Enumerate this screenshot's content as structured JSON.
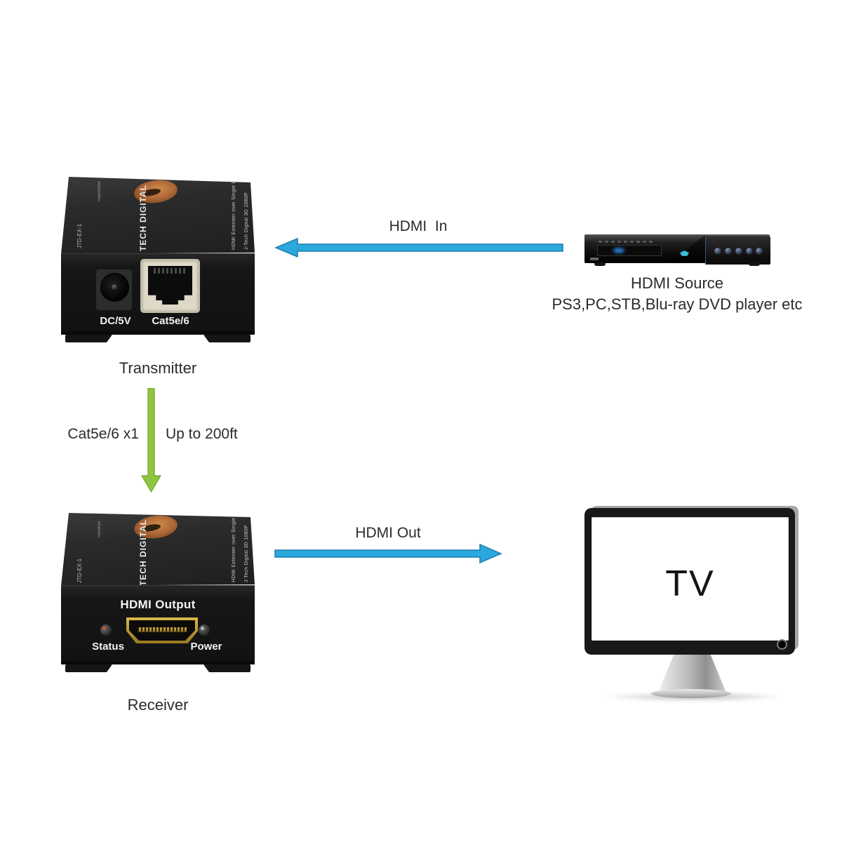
{
  "background": "#ffffff",
  "colors": {
    "arrow_blue": "#2BA8DD",
    "arrow_blue_edge": "#1B7FB0",
    "arrow_green": "#8DC63F",
    "arrow_green_edge": "#74A32F",
    "device_black": "#1b1b1b",
    "rj45_cream": "#DED9C6",
    "hdmi_gold": "#C3982F",
    "logo_orange": "#B06A38",
    "text_dark": "#2B2B2B"
  },
  "transmitter": {
    "caption": "Transmitter",
    "brand": "TECH DIGITAL",
    "top_text_line1": "J-Tech Digital  3D 1080P",
    "top_text_line2": "HDMI Extender over Single Ethernet",
    "model": "JTD-EX-1",
    "side_text": "Transmitter",
    "dc_port_label": "DC/5V",
    "cat_port_label": "Cat5e/6"
  },
  "receiver": {
    "caption": "Receiver",
    "brand": "TECH DIGITAL",
    "top_text_line1": "J-Tech Digital  3D 1080P",
    "top_text_line2": "HDMI Extender over Single Ethernet",
    "model": "JTD-EX-1",
    "side_text": "Receiver",
    "panel_title": "HDMI Output",
    "status_label": "Status",
    "power_label": "Power"
  },
  "hdmi_source": {
    "title": "HDMI Source",
    "subtitle": "PS3,PC,STB,Blu-ray DVD player etc"
  },
  "tv": {
    "screen_label": "TV"
  },
  "connections": {
    "hdmi_in_label": "HDMI  In",
    "hdmi_out_label": "HDMI Out",
    "cat5_label": "Cat5e/6 x1",
    "distance_label": "Up to 200ft"
  }
}
